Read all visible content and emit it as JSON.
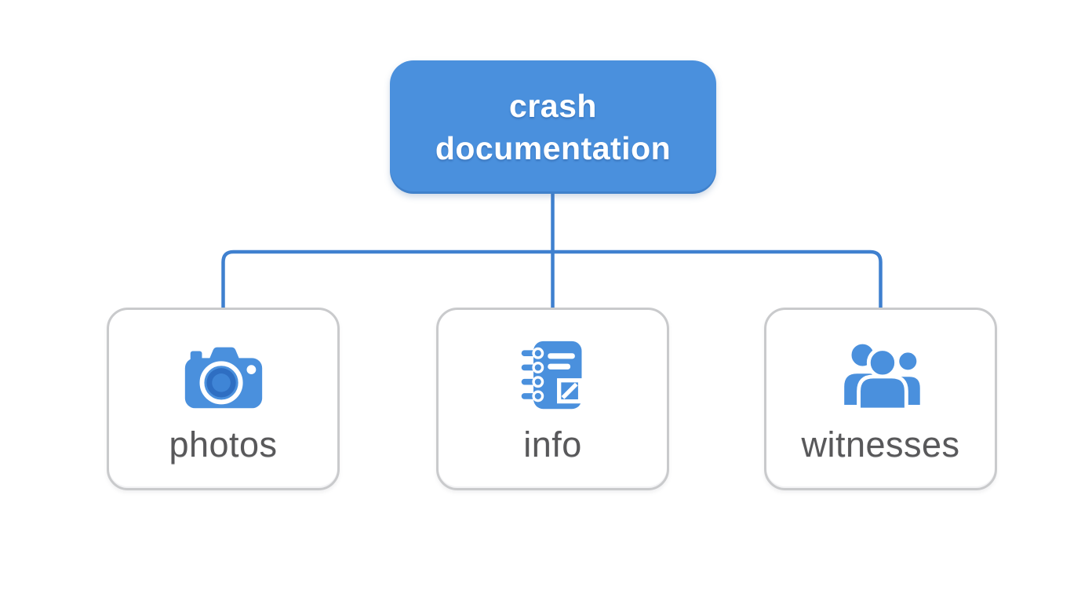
{
  "diagram": {
    "root": {
      "label": "crash documentation"
    },
    "children": [
      {
        "id": "photos",
        "label": "photos",
        "icon": "camera-icon"
      },
      {
        "id": "info",
        "label": "info",
        "icon": "notebook-icon"
      },
      {
        "id": "witnesses",
        "label": "witnesses",
        "icon": "people-group-icon"
      }
    ],
    "colors": {
      "node_blue": "#4a90dd",
      "node_blue_dark": "#2e6ec2",
      "connector_blue": "#3f80cf",
      "child_border": "#c9cacc",
      "label_gray": "#58585a",
      "background": "#ffffff"
    }
  }
}
